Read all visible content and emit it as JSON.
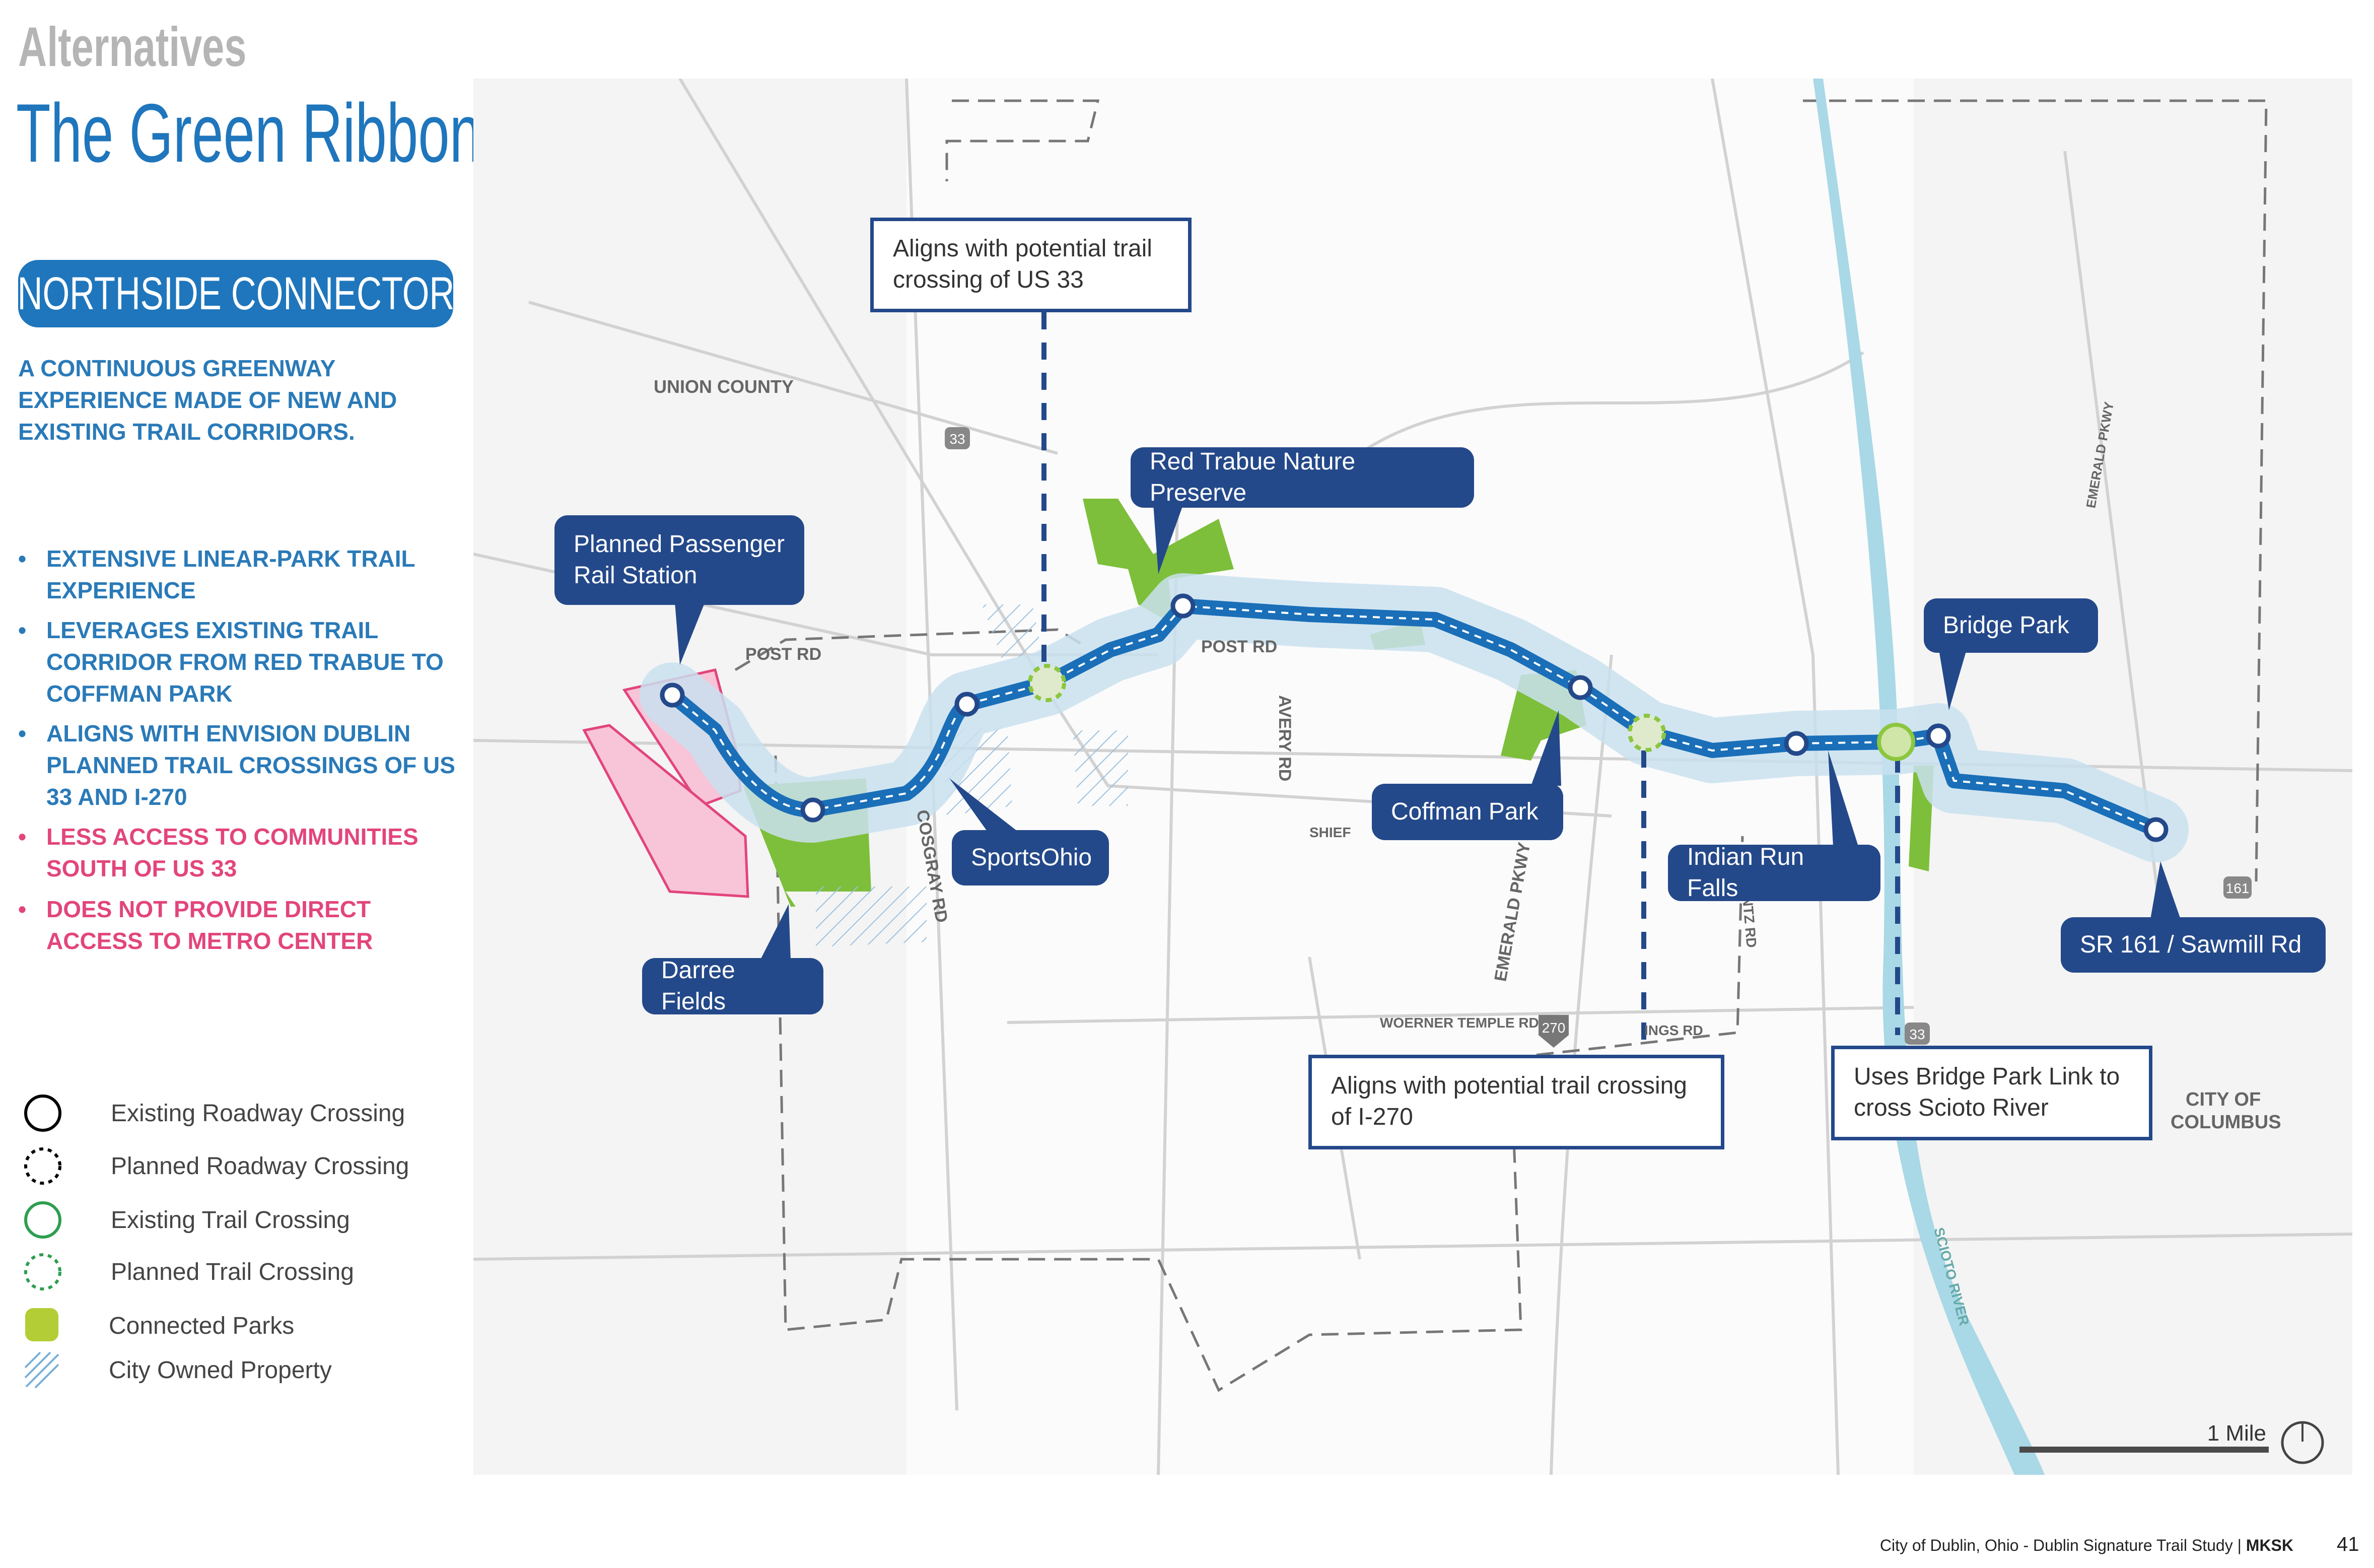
{
  "header": {
    "section": "Alternatives",
    "title": "The Green Ribbon"
  },
  "alternative": {
    "name": "NORTHSIDE CONNECTOR",
    "summary": "A CONTINUOUS GREENWAY EXPERIENCE MADE OF NEW AND EXISTING TRAIL CORRIDORS.",
    "pros": [
      "EXTENSIVE LINEAR-PARK TRAIL EXPERIENCE",
      "LEVERAGES EXISTING TRAIL CORRIDOR FROM RED TRABUE TO COFFMAN PARK",
      "ALIGNS WITH ENVISION DUBLIN PLANNED TRAIL CROSSINGS OF US 33 AND I-270"
    ],
    "cons": [
      "LESS ACCESS TO COMMUNITIES SOUTH OF US 33",
      "DOES NOT PROVIDE DIRECT ACCESS TO METRO CENTER"
    ]
  },
  "legend": [
    "Existing Roadway Crossing",
    "Planned Roadway Crossing",
    "Existing Trail Crossing",
    "Planned Trail Crossing",
    "Connected Parks",
    "City Owned Property"
  ],
  "callouts": {
    "rail": "Planned Passenger Rail Station",
    "red_trabue": "Red Trabue Nature Preserve",
    "sportsohio": "SportsOhio",
    "darree": "Darree Fields",
    "coffman": "Coffman Park",
    "indian_run": "Indian Run Falls",
    "bridge_park": "Bridge Park",
    "sr161": "SR 161 / Sawmill Rd"
  },
  "notes": {
    "us33": "Aligns with potential trail crossing of US 33",
    "i270": "Aligns with potential trail crossing of I-270",
    "scioto": "Uses Bridge Park Link to cross Scioto River"
  },
  "map_labels": {
    "union": "UNION COUNTY",
    "post1": "POST RD",
    "post2": "POST RD",
    "avery": "AVERY RD",
    "cosgray": "COSGRAY RD",
    "emerald1": "EMERALD PKWY",
    "emerald2": "EMERALD PKWY",
    "woerner": "WOERNER TEMPLE RD",
    "rings": "INGS RD",
    "shier": "SHIEF",
    "frantz": "NTZ RD",
    "columbus1": "CITY OF",
    "columbus2": "COLUMBUS",
    "scioto": "SCIOTO RIVER",
    "us33a": "33",
    "us33b": "33",
    "i270": "270",
    "sr161": "161"
  },
  "scale": "1 Mile",
  "colors": {
    "brand_blue": "#1f76bc",
    "navy": "#24498a",
    "park_green": "#8cc63f",
    "pink": "#e2457c",
    "trail": "#1a6fb8"
  },
  "footer": {
    "text": "City of Dublin, Ohio - Dublin Signature Trail Study",
    "firm": "MKSK",
    "page": "41"
  }
}
